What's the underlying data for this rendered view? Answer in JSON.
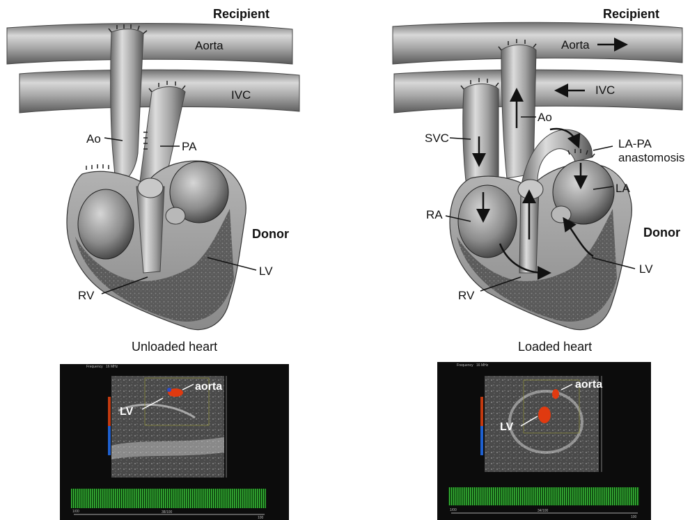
{
  "left_panel": {
    "recipient": "Recipient",
    "aorta": "Aorta",
    "ivc": "IVC",
    "ao": "Ao",
    "pa": "PA",
    "donor": "Donor",
    "lv": "LV",
    "rv": "RV",
    "caption": "Unloaded heart",
    "ultrasound": {
      "lv": "LV",
      "aorta": "aorta",
      "freq_label": "Frequency",
      "freq_value": "16 MHz",
      "time_left": "1/00",
      "time_mid": "38/100",
      "time_right": "100"
    }
  },
  "right_panel": {
    "recipient": "Recipient",
    "aorta": "Aorta",
    "ivc": "IVC",
    "ao": "Ao",
    "svc": "SVC",
    "la_pa_1": "LA-PA",
    "la_pa_2": "anastomosis",
    "la": "LA",
    "ra": "RA",
    "donor": "Donor",
    "lv": "LV",
    "rv": "RV",
    "caption": "Loaded heart",
    "ultrasound": {
      "lv": "LV",
      "aorta": "aorta",
      "freq_label": "Frequency",
      "freq_value": "16 MHz",
      "time_left": "1/00",
      "time_mid": "34/100",
      "time_right": "100"
    }
  },
  "colors": {
    "vessel": "#9a9a9a",
    "ultrasound_bg": "#0c0c0c",
    "doppler_red": "#e03a10",
    "ecg_green": "#2fa12f"
  }
}
